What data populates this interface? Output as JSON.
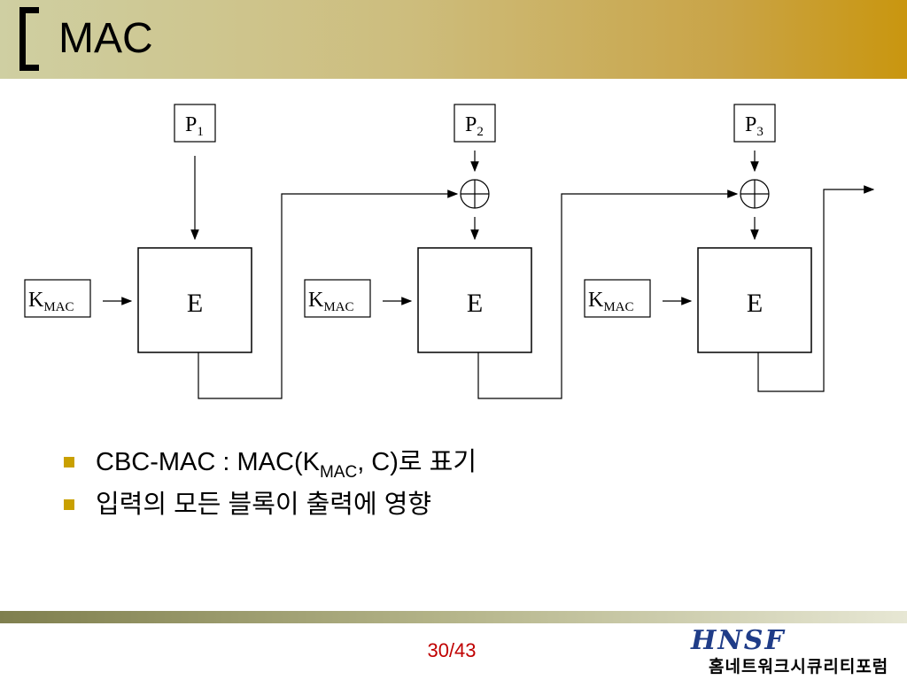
{
  "slide": {
    "title": "MAC",
    "page_number": "30/43"
  },
  "diagram": {
    "stages": [
      {
        "plaintext_label": "P",
        "plaintext_index": "1",
        "key_label": "K",
        "key_sub": "MAC",
        "block_label": "E",
        "has_xor": false
      },
      {
        "plaintext_label": "P",
        "plaintext_index": "2",
        "key_label": "K",
        "key_sub": "MAC",
        "block_label": "E",
        "has_xor": true
      },
      {
        "plaintext_label": "P",
        "plaintext_index": "3",
        "key_label": "K",
        "key_sub": "MAC",
        "block_label": "E",
        "has_xor": true
      }
    ]
  },
  "bullets": [
    {
      "pre": "CBC-MAC : MAC(K",
      "sub": "MAC",
      "post": ", C)로 표기"
    },
    {
      "pre": "입력의 모든 블록이 출력에 영향",
      "sub": "",
      "post": ""
    }
  ],
  "logo": {
    "mark": "HNSF",
    "name": "홈네트워크시큐리티포럼"
  },
  "colors": {
    "bullet": "#c9a000",
    "page_number": "#c00000",
    "logo_mark": "#1f3c88"
  }
}
